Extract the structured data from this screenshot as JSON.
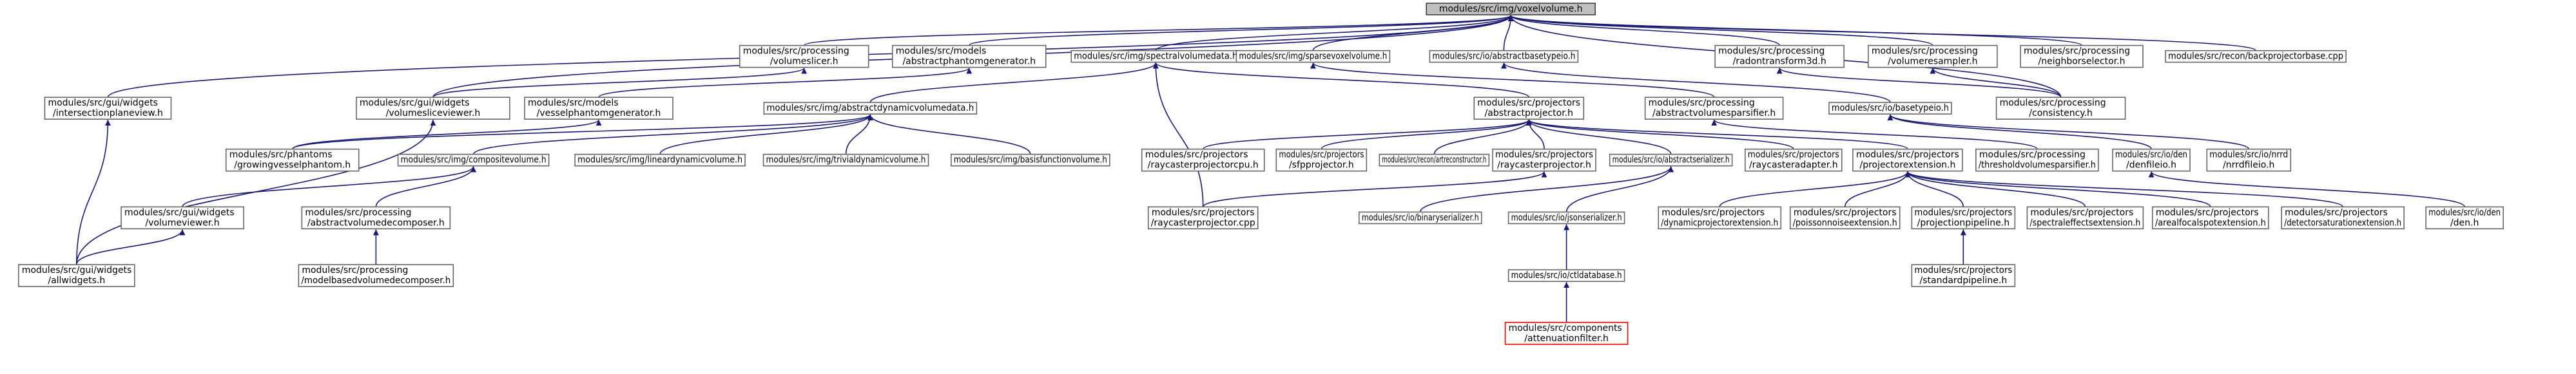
{
  "colors": {
    "edge": "#191970",
    "box_border": "#666666",
    "root_fill": "#bfbfbf",
    "missing_border": "#ff0000"
  },
  "nodes": [
    {
      "id": "voxelvolume",
      "lines": [
        "modules/src/img/voxelvolume.h"
      ],
      "root": true
    },
    {
      "id": "intersectionplaneview",
      "lines": [
        "modules/src/gui/widgets",
        "/intersectionplaneview.h"
      ]
    },
    {
      "id": "volumeslicer",
      "lines": [
        "modules/src/processing",
        "/volumeslicer.h"
      ]
    },
    {
      "id": "abstractphantomgenerator",
      "lines": [
        "modules/src/models",
        "/abstractphantomgenerator.h"
      ]
    },
    {
      "id": "spectralvolumedata",
      "lines": [
        "modules/src/img/spectralvolumedata.h"
      ]
    },
    {
      "id": "sparsevoxelvolume",
      "lines": [
        "modules/src/img/sparsevoxelvolume.h"
      ]
    },
    {
      "id": "abstractbasetypeio",
      "lines": [
        "modules/src/io/abstractbasetypeio.h"
      ]
    },
    {
      "id": "radontransform3d",
      "lines": [
        "modules/src/processing",
        "/radontransform3d.h"
      ]
    },
    {
      "id": "volumeresampler",
      "lines": [
        "modules/src/processing",
        "/volumeresampler.h"
      ]
    },
    {
      "id": "neighborselector",
      "lines": [
        "modules/src/processing",
        "/neighborselector.h"
      ]
    },
    {
      "id": "backprojectorbase",
      "lines": [
        "modules/src/recon/backprojectorbase.cpp"
      ]
    },
    {
      "id": "volumesliceviewer",
      "lines": [
        "modules/src/gui/widgets",
        "/volumesliceviewer.h"
      ]
    },
    {
      "id": "vesselphantomgenerator",
      "lines": [
        "modules/src/models",
        "/vesselphantomgenerator.h"
      ]
    },
    {
      "id": "abstractdynamicvolumedata",
      "lines": [
        "modules/src/img/abstractdynamicvolumedata.h"
      ]
    },
    {
      "id": "abstractprojector",
      "lines": [
        "modules/src/projectors",
        "/abstractprojector.h"
      ]
    },
    {
      "id": "abstractvolumesparsifier",
      "lines": [
        "modules/src/processing",
        "/abstractvolumesparsifier.h"
      ]
    },
    {
      "id": "basetypeio",
      "lines": [
        "modules/src/io/basetypeio.h"
      ]
    },
    {
      "id": "consistency",
      "lines": [
        "modules/src/processing",
        "/consistency.h"
      ]
    },
    {
      "id": "growingvesselphantom",
      "lines": [
        "modules/src/phantoms",
        "/growingvesselphantom.h"
      ]
    },
    {
      "id": "compositevolume",
      "lines": [
        "modules/src/img/compositevolume.h"
      ]
    },
    {
      "id": "lineardynamicvolume",
      "lines": [
        "modules/src/img/lineardynamicvolume.h"
      ]
    },
    {
      "id": "trivialdynamicvolume",
      "lines": [
        "modules/src/img/trivialdynamicvolume.h"
      ]
    },
    {
      "id": "basisfunctionvolume",
      "lines": [
        "modules/src/img/basisfunctionvolume.h"
      ]
    },
    {
      "id": "raycasterprojectorcpu",
      "lines": [
        "modules/src/projectors",
        "/raycasterprojectorcpu.h"
      ]
    },
    {
      "id": "sfpprojector",
      "lines": [
        "modules/src/projectors",
        "/sfpprojector.h"
      ]
    },
    {
      "id": "artreconstructor",
      "lines": [
        "modules/src/recon/artreconstructor.h"
      ]
    },
    {
      "id": "raycasterprojector_h",
      "lines": [
        "modules/src/projectors",
        "/raycasterprojector.h"
      ]
    },
    {
      "id": "abstractserializer",
      "lines": [
        "modules/src/io/abstractserializer.h"
      ]
    },
    {
      "id": "raycasteradapter",
      "lines": [
        "modules/src/projectors",
        "/raycasteradapter.h"
      ]
    },
    {
      "id": "projectorextension",
      "lines": [
        "modules/src/projectors",
        "/projectorextension.h"
      ]
    },
    {
      "id": "thresholdvolumesparsifier",
      "lines": [
        "modules/src/processing",
        "/thresholdvolumesparsifier.h"
      ]
    },
    {
      "id": "denfileio",
      "lines": [
        "modules/src/io/den",
        "/denfileio.h"
      ]
    },
    {
      "id": "nrrdfileio",
      "lines": [
        "modules/src/io/nrrd",
        "/nrrdfileio.h"
      ]
    },
    {
      "id": "volumeviewer",
      "lines": [
        "modules/src/gui/widgets",
        "/volumeviewer.h"
      ]
    },
    {
      "id": "abstractvolumedecomposer",
      "lines": [
        "modules/src/processing",
        "/abstractvolumedecomposer.h"
      ]
    },
    {
      "id": "raycasterprojector_cpp",
      "lines": [
        "modules/src/projectors",
        "/raycasterprojector.cpp"
      ]
    },
    {
      "id": "binaryserializer",
      "lines": [
        "modules/src/io/binaryserializer.h"
      ]
    },
    {
      "id": "jsonserializer",
      "lines": [
        "modules/src/io/jsonserializer.h"
      ]
    },
    {
      "id": "dynamicprojectorextension",
      "lines": [
        "modules/src/projectors",
        "/dynamicprojectorextension.h"
      ]
    },
    {
      "id": "poissonnoiseextension",
      "lines": [
        "modules/src/projectors",
        "/poissonnoiseextension.h"
      ]
    },
    {
      "id": "projectionpipeline",
      "lines": [
        "modules/src/projectors",
        "/projectionpipeline.h"
      ]
    },
    {
      "id": "spectraleffectsextension",
      "lines": [
        "modules/src/projectors",
        "/spectraleffectsextension.h"
      ]
    },
    {
      "id": "arealfocalspotextension",
      "lines": [
        "modules/src/projectors",
        "/arealfocalspotextension.h"
      ]
    },
    {
      "id": "detectorsaturationextension",
      "lines": [
        "modules/src/projectors",
        "/detectorsaturationextension.h"
      ]
    },
    {
      "id": "den",
      "lines": [
        "modules/src/io/den",
        "/den.h"
      ]
    },
    {
      "id": "allwidgets",
      "lines": [
        "modules/src/gui/widgets",
        "/allwidgets.h"
      ]
    },
    {
      "id": "modelbasedvolumedecomposer",
      "lines": [
        "modules/src/processing",
        "/modelbasedvolumedecomposer.h"
      ]
    },
    {
      "id": "ctldatabase",
      "lines": [
        "modules/src/io/ctldatabase.h"
      ]
    },
    {
      "id": "standardpipeline",
      "lines": [
        "modules/src/projectors",
        "/standardpipeline.h"
      ]
    },
    {
      "id": "attenuationfilter",
      "lines": [
        "modules/src/components",
        "/attenuationfilter.h"
      ],
      "missing": true
    }
  ],
  "edges": [
    [
      "intersectionplaneview",
      "voxelvolume"
    ],
    [
      "volumesliceviewer",
      "voxelvolume"
    ],
    [
      "volumeslicer",
      "voxelvolume"
    ],
    [
      "abstractphantomgenerator",
      "voxelvolume"
    ],
    [
      "spectralvolumedata",
      "voxelvolume"
    ],
    [
      "sparsevoxelvolume",
      "voxelvolume"
    ],
    [
      "abstractbasetypeio",
      "voxelvolume"
    ],
    [
      "radontransform3d",
      "voxelvolume"
    ],
    [
      "volumeresampler",
      "voxelvolume"
    ],
    [
      "neighborselector",
      "voxelvolume"
    ],
    [
      "backprojectorbase",
      "voxelvolume"
    ],
    [
      "consistency",
      "voxelvolume"
    ],
    [
      "allwidgets",
      "intersectionplaneview"
    ],
    [
      "allwidgets",
      "volumesliceviewer"
    ],
    [
      "volumesliceviewer",
      "volumeslicer"
    ],
    [
      "vesselphantomgenerator",
      "abstractphantomgenerator"
    ],
    [
      "growingvesselphantom",
      "vesselphantomgenerator"
    ],
    [
      "abstractdynamicvolumedata",
      "spectralvolumedata"
    ],
    [
      "abstractprojector",
      "spectralvolumedata"
    ],
    [
      "raycasterprojector_cpp",
      "spectralvolumedata"
    ],
    [
      "abstractvolumesparsifier",
      "sparsevoxelvolume"
    ],
    [
      "basetypeio",
      "abstractbasetypeio"
    ],
    [
      "consistency",
      "radontransform3d"
    ],
    [
      "consistency",
      "volumeresampler"
    ],
    [
      "compositevolume",
      "abstractdynamicvolumedata"
    ],
    [
      "lineardynamicvolume",
      "abstractdynamicvolumedata"
    ],
    [
      "trivialdynamicvolume",
      "abstractdynamicvolumedata"
    ],
    [
      "basisfunctionvolume",
      "abstractdynamicvolumedata"
    ],
    [
      "growingvesselphantom",
      "abstractdynamicvolumedata"
    ],
    [
      "raycasterprojectorcpu",
      "abstractprojector"
    ],
    [
      "sfpprojector",
      "abstractprojector"
    ],
    [
      "artreconstructor",
      "abstractprojector"
    ],
    [
      "raycasterprojector_h",
      "abstractprojector"
    ],
    [
      "abstractserializer",
      "abstractprojector"
    ],
    [
      "raycasteradapter",
      "abstractprojector"
    ],
    [
      "projectorextension",
      "abstractprojector"
    ],
    [
      "thresholdvolumesparsifier",
      "abstractvolumesparsifier"
    ],
    [
      "denfileio",
      "basetypeio"
    ],
    [
      "nrrdfileio",
      "basetypeio"
    ],
    [
      "volumeviewer",
      "compositevolume"
    ],
    [
      "abstractvolumedecomposer",
      "compositevolume"
    ],
    [
      "allwidgets",
      "volumeviewer"
    ],
    [
      "modelbasedvolumedecomposer",
      "abstractvolumedecomposer"
    ],
    [
      "raycasterprojector_cpp",
      "raycasterprojector_h"
    ],
    [
      "binaryserializer",
      "abstractserializer"
    ],
    [
      "jsonserializer",
      "abstractserializer"
    ],
    [
      "dynamicprojectorextension",
      "projectorextension"
    ],
    [
      "poissonnoiseextension",
      "projectorextension"
    ],
    [
      "projectionpipeline",
      "projectorextension"
    ],
    [
      "spectraleffectsextension",
      "projectorextension"
    ],
    [
      "arealfocalspotextension",
      "projectorextension"
    ],
    [
      "detectorsaturationextension",
      "projectorextension"
    ],
    [
      "den",
      "denfileio"
    ],
    [
      "ctldatabase",
      "jsonserializer"
    ],
    [
      "standardpipeline",
      "projectionpipeline"
    ],
    [
      "attenuationfilter",
      "ctldatabase"
    ]
  ]
}
